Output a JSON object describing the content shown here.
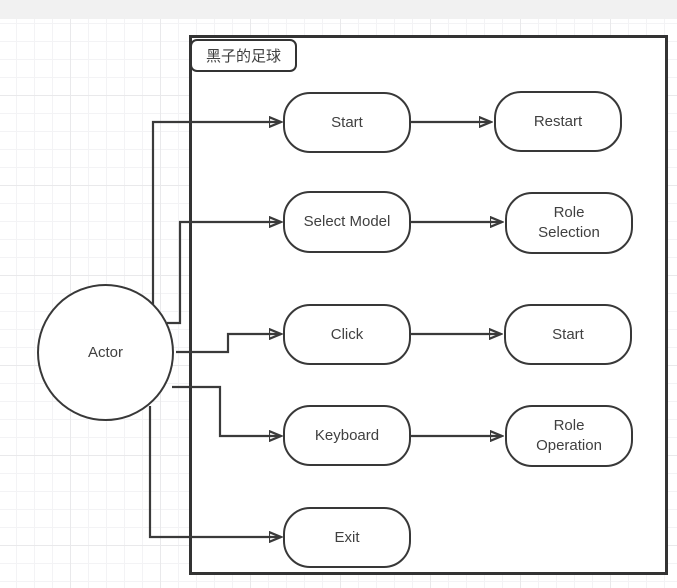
{
  "diagram": {
    "frame_title": "黑子的足球",
    "actor_label": "Actor",
    "usecases_left": [
      {
        "label": "Start"
      },
      {
        "label": "Select Model"
      },
      {
        "label": "Click"
      },
      {
        "label": "Keyboard"
      },
      {
        "label": "Exit"
      }
    ],
    "usecases_right": [
      {
        "label": "Restart"
      },
      {
        "label": "Role Selection"
      },
      {
        "label": "Start"
      },
      {
        "label": "Role Operation"
      }
    ],
    "colors": {
      "stroke": "#3a3a3a",
      "shape_fill": "#ffffff",
      "text": "#404040",
      "topbar_bg": "#f1f1f1",
      "grid_minor": "#f3f3f5",
      "grid_major": "#e9e9eb"
    }
  }
}
